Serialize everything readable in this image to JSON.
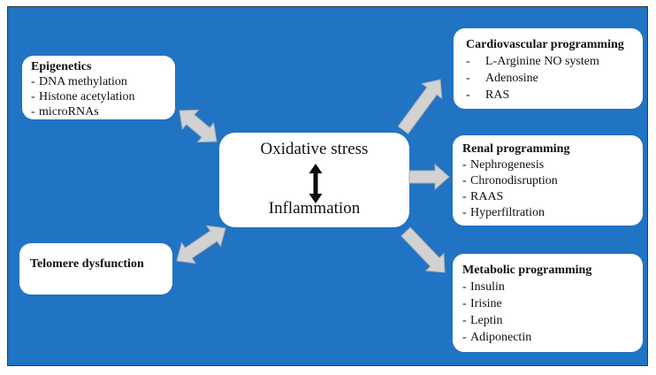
{
  "colors": {
    "background_blue": "#2173c4",
    "box_white": "#ffffff",
    "arrow_gray": "#d2d2d2",
    "arrow_black": "#0d0d0d",
    "text": "#111111"
  },
  "dash": "-",
  "icons": {
    "left_top": "double-arrow-diagonal-icon",
    "left_bottom": "double-arrow-diagonal-icon",
    "right_top": "arrow-up-right-icon",
    "right_middle": "arrow-right-icon",
    "right_bottom": "arrow-down-right-icon",
    "center": "double-arrow-vertical-icon"
  },
  "center_box": {
    "line1": "Oxidative stress",
    "line2": "Inflammation"
  },
  "boxes": {
    "epigenetics": {
      "title": "Epigenetics",
      "items": [
        "DNA methylation",
        "Histone acetylation",
        "microRNAs"
      ]
    },
    "telomere": {
      "title": "Telomere dysfunction"
    },
    "cardiovascular": {
      "title": "Cardiovascular programming",
      "items": [
        "L-Arginine NO system",
        "Adenosine",
        "RAS"
      ]
    },
    "renal": {
      "title": "Renal programming",
      "items": [
        "Nephrogenesis",
        "Chronodisruption",
        "RAAS",
        "Hyperfiltration"
      ]
    },
    "metabolic": {
      "title": "Metabolic programming",
      "items": [
        "Insulin",
        "Irisine",
        "Leptin",
        "Adiponectin"
      ]
    }
  }
}
